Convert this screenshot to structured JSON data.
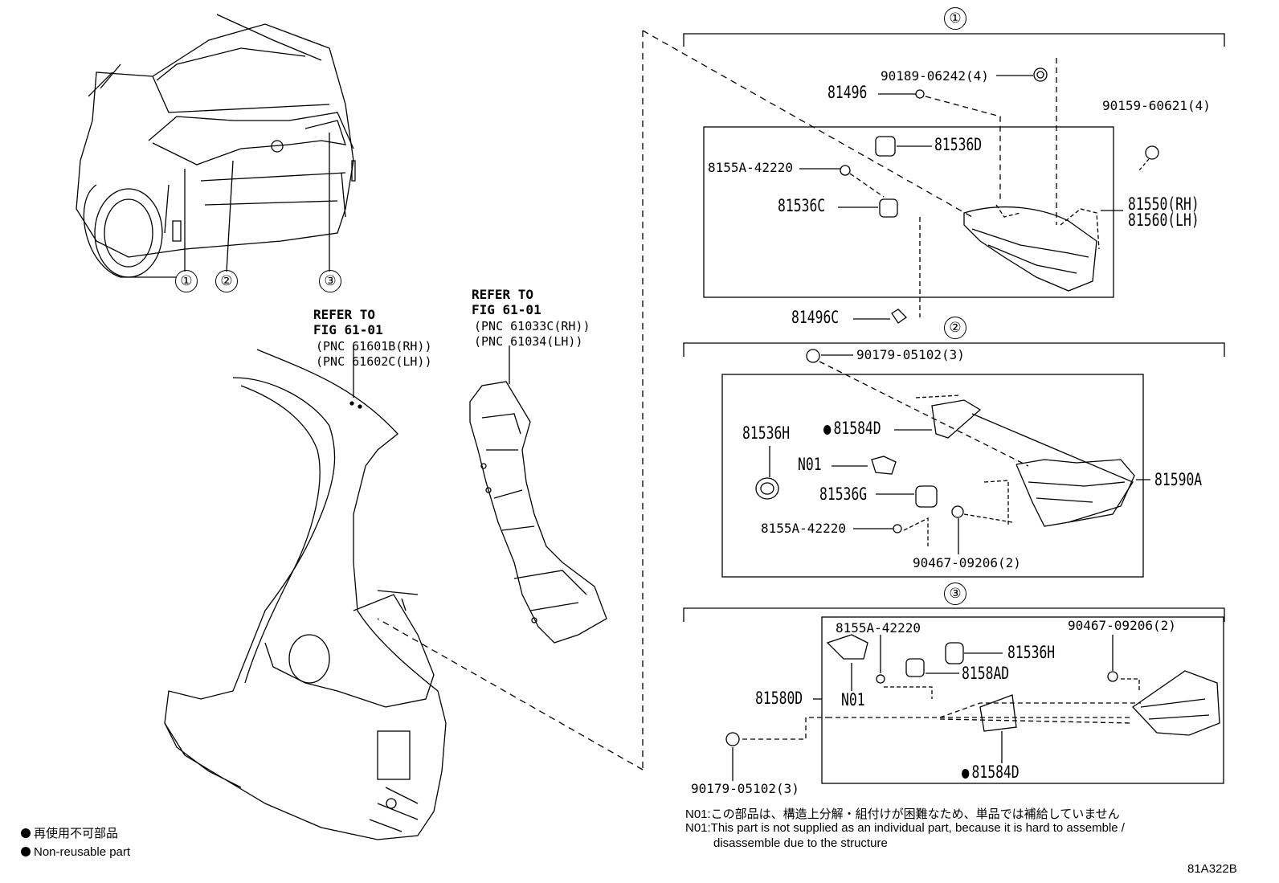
{
  "section_markers": [
    "①",
    "②",
    "③"
  ],
  "vehicle_callouts": [
    "①",
    "②",
    "③"
  ],
  "refer_left": {
    "line1": "REFER TO",
    "line2": "FIG 61-01",
    "line3": "(PNC 61601B(RH))",
    "line4": "(PNC 61602C(LH))"
  },
  "refer_right": {
    "line1": "REFER TO",
    "line2": "FIG 61-01",
    "line3": "(PNC 61033C(RH))",
    "line4": "(PNC 61034(LH))"
  },
  "section1": {
    "p90189": "90189-06242(4)",
    "p81496": "81496",
    "p90159": "90159-60621(4)",
    "p81536D": "81536D",
    "p8155A": "8155A-42220",
    "p81536C": "81536C",
    "p81550": "81550(RH)",
    "p81560": "81560(LH)",
    "p81496C": "81496C"
  },
  "section2": {
    "p90179": "90179-05102(3)",
    "p81584D": "81584D",
    "p81536H": "81536H",
    "pN01": "N01",
    "p81536G": "81536G",
    "p81590A": "81590A",
    "p8155A": "8155A-42220",
    "p90467": "90467-09206(2)"
  },
  "section3": {
    "p8155A": "8155A-42220",
    "p90467": "90467-09206(2)",
    "p81536H": "81536H",
    "p8158AD": "8158AD",
    "p81580D": "81580D",
    "pN01": "N01",
    "p90179": "90179-05102(3)",
    "p81584D": "81584D"
  },
  "legend": {
    "jp": "再使用不可部品",
    "en": "Non-reusable part"
  },
  "notes": {
    "n01_jp": "N01:この部品は、構造上分解・組付けが困難なため、単品では補給していません",
    "n01_en_1": "N01:This part is not supplied as an individual part, because it is hard to assemble /",
    "n01_en_2": "disassemble due to the structure"
  },
  "figure_code": "81A322B"
}
